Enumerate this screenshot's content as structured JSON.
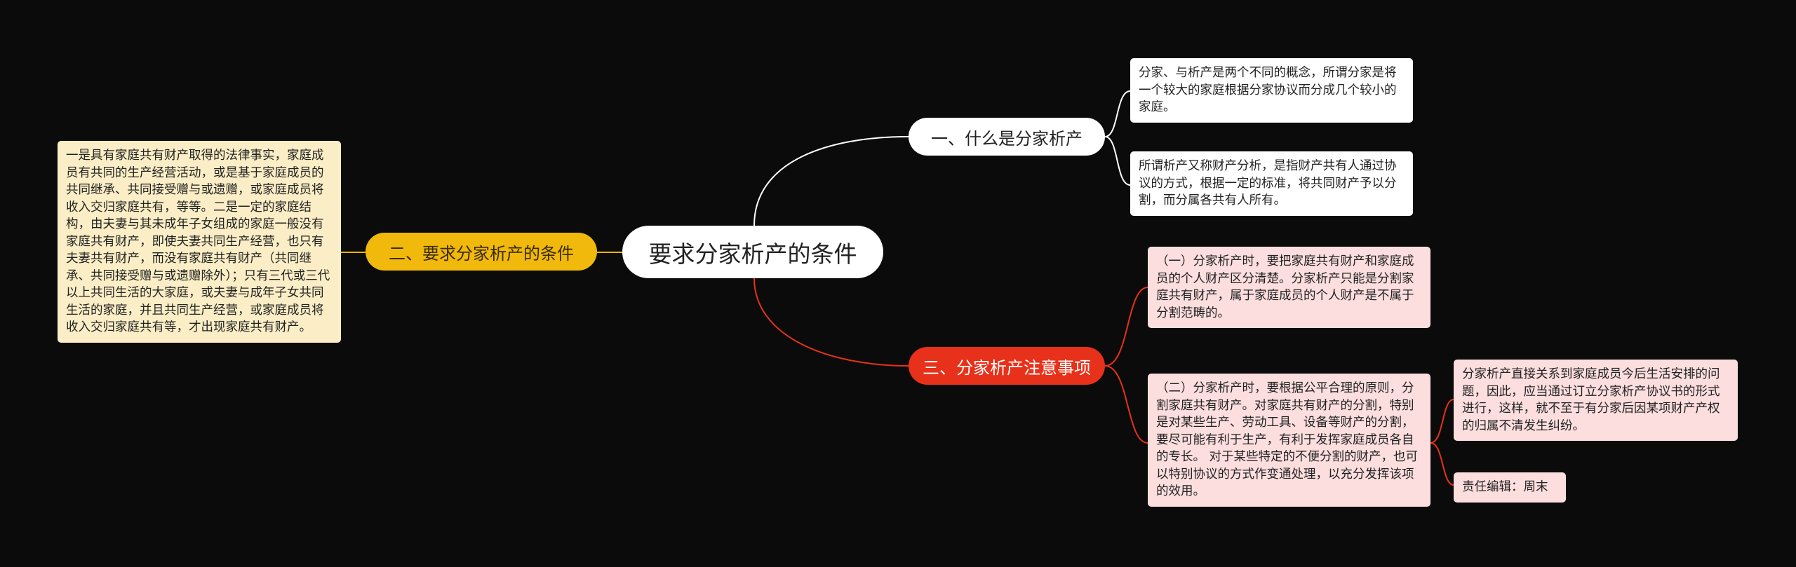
{
  "root": {
    "label": "要求分家析产的条件"
  },
  "branches": [
    {
      "label": "一、什么是分家析产",
      "children": [
        "分家、与析产是两个不同的概念，所谓分家是将一个较大的家庭根据分家协议而分成几个较小的家庭。",
        "所谓析产又称财产分析，是指财产共有人通过协议的方式，根据一定的标准，将共同财产予以分割，而分属各共有人所有。"
      ]
    },
    {
      "label": "二、要求分家析产的条件",
      "children": [
        "一是具有家庭共有财产取得的法律事实，家庭成员有共同的生产经营活动，或是基于家庭成员的共同继承、共同接受赠与或遗赠，或家庭成员将收入交归家庭共有，等等。二是一定的家庭结构，由夫妻与其未成年子女组成的家庭一般没有家庭共有财产，即使夫妻共同生产经营，也只有夫妻共有财产，而没有家庭共有财产（共同继承、共同接受赠与或遗赠除外）；只有三代或三代以上共同生活的大家庭，或夫妻与成年子女共同生活的家庭，并且共同生产经营，或家庭成员将收入交归家庭共有等，才出现家庭共有财产。"
      ]
    },
    {
      "label": "三、分家析产注意事项",
      "children": [
        "（一）分家析产时，要把家庭共有财产和家庭成员的个人财产区分清楚。分家析产只能是分割家庭共有财产，属于家庭成员的个人财产是不属于分割范畴的。",
        "（二）分家析产时，要根据公平合理的原则，分割家庭共有财产。对家庭共有财产的分割，特别是对某些生产、劳动工具、设备等财产的分割，要尽可能有利于生产，有利于发挥家庭成员各自的专长。 对于某些特定的不便分割的财产，也可以特别协议的方式作变通处理，以充分发挥该项的效用。"
      ],
      "sub_children": [
        "分家析产直接关系到家庭成员今后生活安排的问题，因此，应当通过订立分家析产协议书的形式进行，这样，就不至于有分家后因某项财产产权的归属不清发生纠纷。",
        "责任编辑：周末"
      ]
    }
  ],
  "colors": {
    "background": "#0b0b0b",
    "link_white": "#ffffff",
    "link_yellow": "#f0b90b",
    "link_red": "#e8311a",
    "leaf_yellow": "#fbeec6",
    "leaf_pink": "#fcdede"
  }
}
